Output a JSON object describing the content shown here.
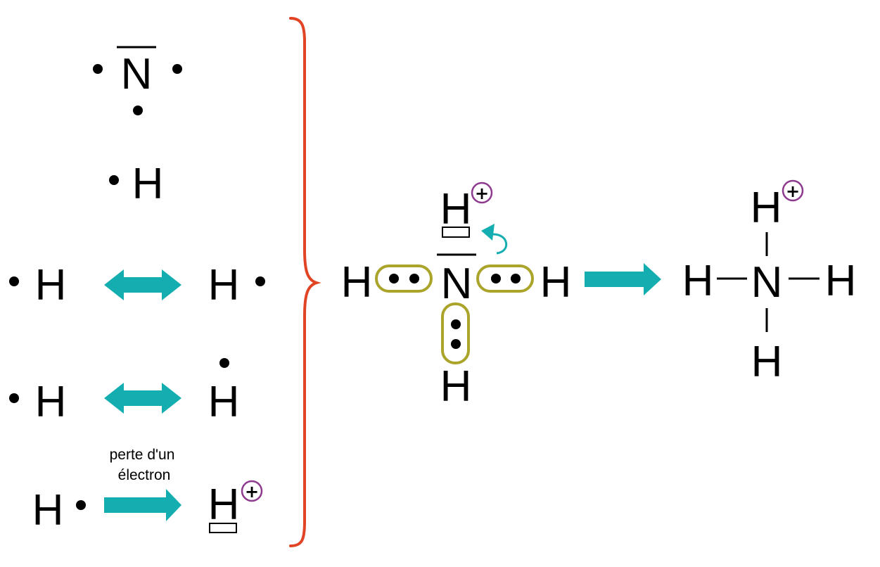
{
  "colors": {
    "arrow": "#14aeb0",
    "brace": "#e04424",
    "pair_outline": "#aba42a",
    "charge": "#8e3a8e",
    "text": "#000000"
  },
  "atoms": {
    "nitrogen": "N",
    "hydrogen": "H"
  },
  "charge_symbol": "+",
  "caption": {
    "line1": "perte d'un",
    "line2": "électron"
  }
}
